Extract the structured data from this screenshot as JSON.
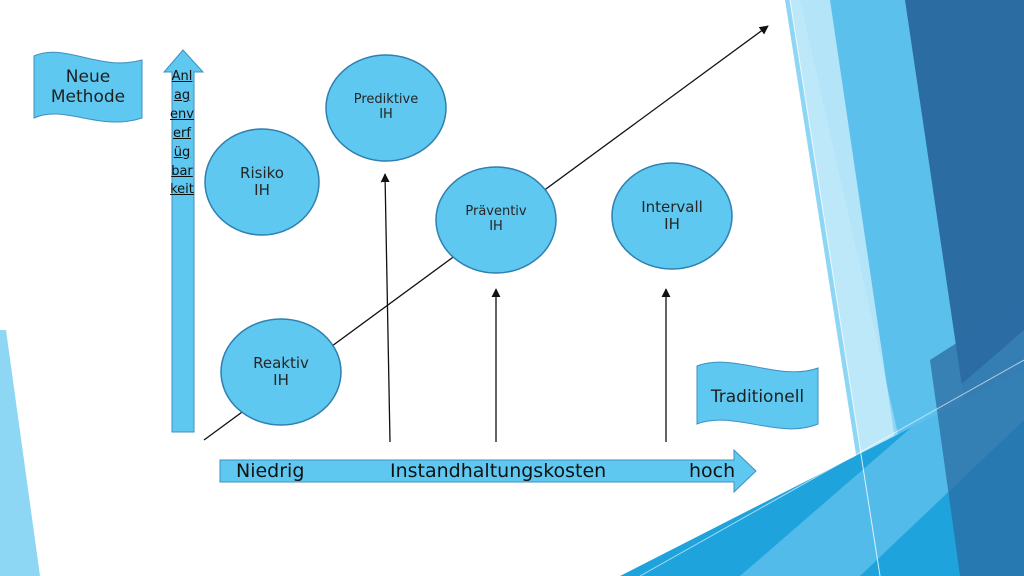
{
  "diagram": {
    "flags": {
      "neue_methode": "Neue\nMethode",
      "traditionell": "Traditionell"
    },
    "y_axis_label": "Anlagenverfügbarkeit",
    "x_axis": {
      "left_label": "Niedrig",
      "center_label": "Instandhaltungskosten",
      "right_label": "hoch"
    },
    "nodes": [
      {
        "id": "reaktiv",
        "label": "Reaktiv\nIH"
      },
      {
        "id": "risiko",
        "label": "Risiko\nIH"
      },
      {
        "id": "prediktive",
        "label": "Prediktive\nIH"
      },
      {
        "id": "praeventiv",
        "label": "Präventiv\nIH"
      },
      {
        "id": "intervall",
        "label": "Intervall\nIH"
      }
    ],
    "colors": {
      "node_fill": "#5ec8f0",
      "node_stroke": "#2f7fb0",
      "arrow_fill": "#5ec8f0",
      "flag_fill": "#5ec8f0",
      "accent_dark": "#2b6ca3",
      "accent_mid": "#1fa3dc",
      "accent_light": "#8dd6f4"
    }
  }
}
